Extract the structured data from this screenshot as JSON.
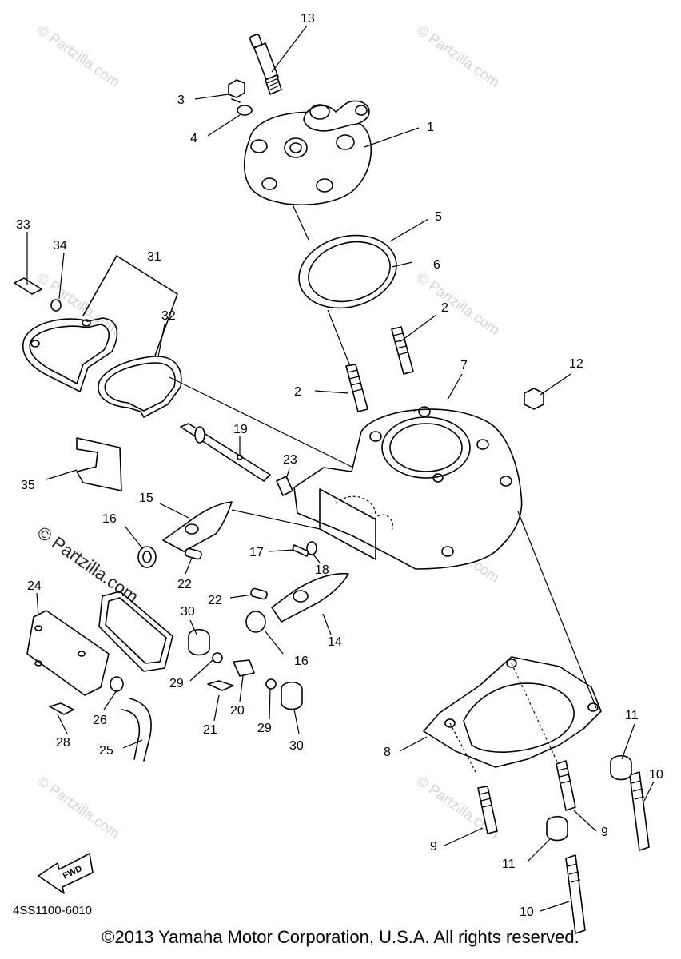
{
  "watermark": "© Partzilla.com",
  "catalog_code": "4SS1100-6010",
  "copyright": "©2013 Yamaha Motor Corporation, U.S.A. All rights reserved.",
  "fwd_label": "FWD",
  "callouts": {
    "c1": "1",
    "c2a": "2",
    "c2b": "2",
    "c3": "3",
    "c4": "4",
    "c5": "5",
    "c6": "6",
    "c7": "7",
    "c8": "8",
    "c9a": "9",
    "c9b": "9",
    "c10a": "10",
    "c10b": "10",
    "c11a": "11",
    "c11b": "11",
    "c12": "12",
    "c13": "13",
    "c14": "14",
    "c15": "15",
    "c16a": "16",
    "c16b": "16",
    "c17": "17",
    "c18": "18",
    "c19": "19",
    "c20": "20",
    "c21": "21",
    "c22a": "22",
    "c22b": "22",
    "c23": "23",
    "c24": "24",
    "c25": "25",
    "c26": "26",
    "c28": "28",
    "c29a": "29",
    "c29b": "29",
    "c30a": "30",
    "c30b": "30",
    "c31": "31",
    "c32": "32",
    "c33": "33",
    "c34": "34",
    "c35": "35"
  }
}
